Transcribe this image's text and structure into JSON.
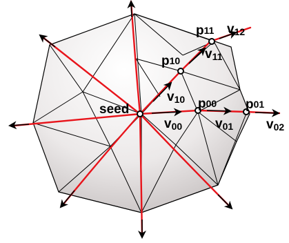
{
  "labels": {
    "seed": "seed",
    "p00": {
      "base": "p",
      "sub": "00"
    },
    "p01": {
      "base": "p",
      "sub": "01"
    },
    "p10": {
      "base": "p",
      "sub": "10"
    },
    "p11": {
      "base": "p",
      "sub": "11"
    },
    "v00": {
      "base": "v",
      "sub": "00"
    },
    "v01": {
      "base": "v",
      "sub": "01"
    },
    "v02": {
      "base": "v",
      "sub": "02"
    },
    "v10": {
      "base": "v",
      "sub": "10"
    },
    "v11": {
      "base": "v",
      "sub": "11"
    },
    "v12": {
      "base": "v",
      "sub": "12"
    }
  },
  "colors": {
    "mesh_edge": "#000000",
    "geodesic": "#e8141b",
    "arrow": "#000000",
    "shade_light": "#ffffff",
    "shade_dark": "#bdb7b7"
  }
}
